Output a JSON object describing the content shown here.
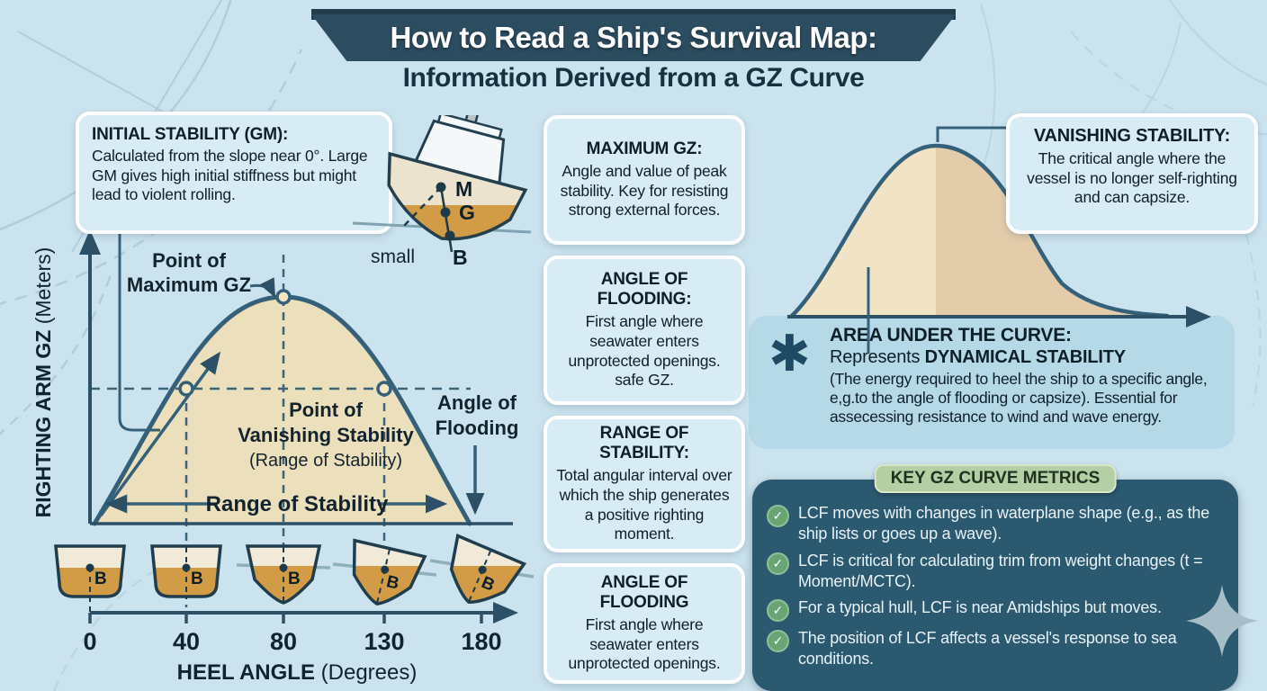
{
  "title": {
    "line1": "How to Read a Ship's Survival Map:",
    "line2": "Information Derived from a GZ Curve"
  },
  "colors": {
    "background": "#cbe3ee",
    "banner": "#2c4c60",
    "panel_dark": "#2b5970",
    "box_bg": "#d7ecf4",
    "band_bg": "#b5d9e6",
    "curve_stroke": "#35607a",
    "area_fill": "#ebdfbc",
    "area_fill_dark": "#e2ccaa",
    "hull_orange": "#d29b45",
    "pill_green": "#b4cfa3",
    "check_green": "#69a473"
  },
  "left": {
    "gm_box": {
      "title": "INITIAL STABILITY (GM):",
      "body": "Calculated from the slope near 0°. Large GM gives high initial stiffness but might lead to violent rolling."
    },
    "ship_labels": {
      "m": "M",
      "g": "G",
      "b": "B",
      "small": "small"
    },
    "chart": {
      "ylabel_bold": "RIGHTING ARM GZ ",
      "ylabel_normal": "(Meters)",
      "xlabel_bold": "HEEL ANGLE ",
      "xlabel_normal": "(Degrees)",
      "ticks": [
        "0",
        "40",
        "80",
        "130",
        "180"
      ],
      "label_max_line1": "Point of",
      "label_max_line2": "Maximum GZ",
      "label_vanish_line1": "Point of",
      "label_vanish_line2": "Vanishing Stability",
      "label_vanish_line3": "(Range of Stability)",
      "label_flooding_line1": "Angle of",
      "label_flooding_line2": "Flooding",
      "label_range": "Range of Stability",
      "hull_label": "B"
    }
  },
  "middle": {
    "boxes": [
      {
        "title": "MAXIMUM GZ:",
        "body": "Angle and value of peak stability. Key for resisting strong external forces."
      },
      {
        "title": "ANGLE OF FLOODING:",
        "body": "First angle where seawater enters unprotected openings. safe GZ."
      },
      {
        "title": "RANGE OF STABILITY:",
        "body": "Total angular interval over which the ship generates a positive righting moment."
      },
      {
        "title": "ANGLE OF FLOODING",
        "body": "First angle where seawater enters unprotected openings."
      }
    ]
  },
  "right": {
    "vanishing_box": {
      "title": "VANISHING STABILITY:",
      "body": "The critical angle where the vessel is no longer self-righting and can capsize."
    },
    "area_section": {
      "icon": "✱",
      "title": "AREA UNDER THE CURVE:",
      "subtitle_normal": "Represents ",
      "subtitle_bold": "DYNAMICAL STABILITY",
      "body": "(The energy required to heel the ship to a specific angle, e,g.to the angle of flooding or capsize). Essential for assecessing resistance to wind and wave energy."
    },
    "metrics": {
      "header": "KEY GZ CURVE METRICS",
      "items": [
        "LCF moves with changes in waterplane shape (e.g., as the ship lists or goes up a wave).",
        "LCF is critical for calculating trim from weight changes (t = Moment/MCTC).",
        "For a typical hull, LCF is near Amidships but moves.",
        "The position of LCF affects a vessel's response to sea conditions."
      ]
    }
  },
  "chart_data": [
    {
      "type": "area",
      "title": "GZ Curve (main, left diagram)",
      "xlabel": "HEEL ANGLE (Degrees)",
      "ylabel": "RIGHTING ARM GZ (Meters)",
      "x_ticks": [
        0,
        40,
        80,
        130,
        180
      ],
      "x": [
        0,
        20,
        40,
        60,
        80,
        100,
        120,
        130,
        150,
        170
      ],
      "y_relative": [
        0,
        0.28,
        0.6,
        0.88,
        1.0,
        0.88,
        0.68,
        0.6,
        0.28,
        0
      ],
      "marked_points": [
        {
          "x": 40,
          "label": "slope reference point (GM)"
        },
        {
          "x": 80,
          "label": "Point of Maximum GZ"
        },
        {
          "x": 130,
          "label": "Point of Vanishing Stability"
        }
      ],
      "annotations": [
        "Range of Stability span 0–165°",
        "Angle of Flooding marker near 175°"
      ],
      "grid": false,
      "legend": false
    },
    {
      "type": "area",
      "title": "GZ curve (right diagram, area under curve)",
      "x_relative": [
        0,
        0.15,
        0.33,
        0.5,
        0.65,
        0.8,
        1.0
      ],
      "y_relative": [
        0,
        0.35,
        1.0,
        0.62,
        0.25,
        0.05,
        0
      ],
      "annotations": [
        "vertical marker line at ~0.18 of span",
        "shaded area = dynamical stability"
      ],
      "grid": false,
      "legend": false
    }
  ]
}
